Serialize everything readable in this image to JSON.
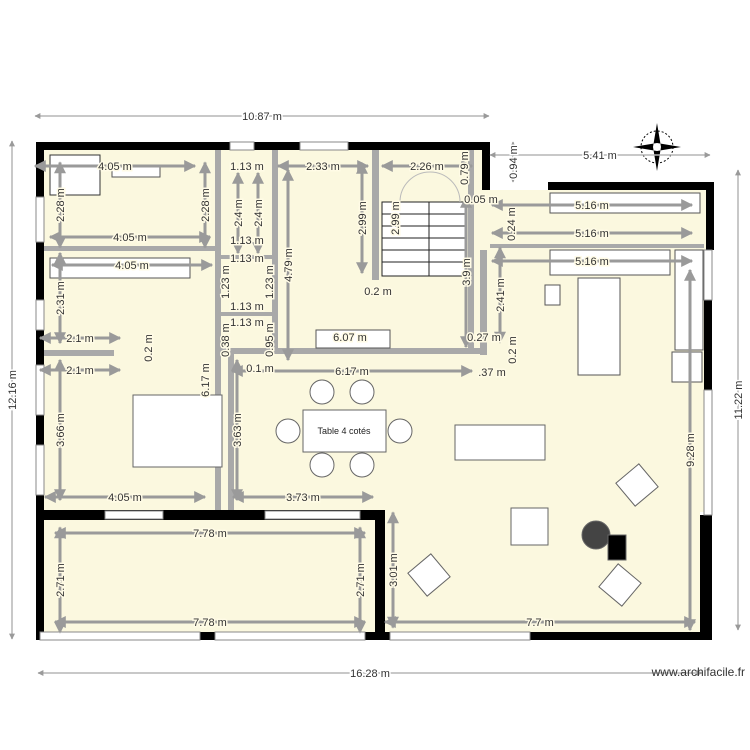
{
  "dimensions": [
    "10.87 m",
    "16.28 m",
    "12.16 m",
    "11.22 m",
    "5.41 m",
    "0.94 m",
    "4.05 m",
    "2.28 m",
    "2.28 m",
    "4.05 m",
    "1.13 m",
    "2.4 m",
    "2.4 m",
    "2.33 m",
    "2.26 m",
    "0.79 m",
    "2.99 m",
    "2.99 m",
    "0.05 m",
    "0.24 m",
    "5.16 m",
    "5.16 m",
    "5.16 m",
    "4.79 m",
    "1.13 m",
    "4.05 m",
    "1.13 m",
    "1.23 m",
    "1.23 m",
    "1.13 m",
    "0.2 m",
    "3.9 m",
    "2.41 m",
    "2.31 m",
    "2.1 m",
    "0.2 m",
    "0.38 m",
    "0.95 m",
    "1.13 m",
    "6.07 m",
    "0.27 m",
    "0.2 m",
    "2.1 m",
    "0.1 m",
    "6.17 m",
    ".37 m",
    "6.17 m",
    "3.66 m",
    "3.63 m",
    "9.28 m",
    "4.05 m",
    "3.73 m",
    "7.78 m",
    "2.71 m",
    "2.71 m",
    "3.01 m",
    "7.78 m",
    "7.7 m"
  ],
  "furniture": {
    "table_label": "Table 4 cotés"
  },
  "credit": "www.archifacile.fr",
  "colors": {
    "floor": "#fbf8df",
    "wall": "#000000",
    "partition": "#a9a9a9",
    "dimension": "#9a9a9a"
  },
  "icons": [
    "compass-rose-icon"
  ]
}
